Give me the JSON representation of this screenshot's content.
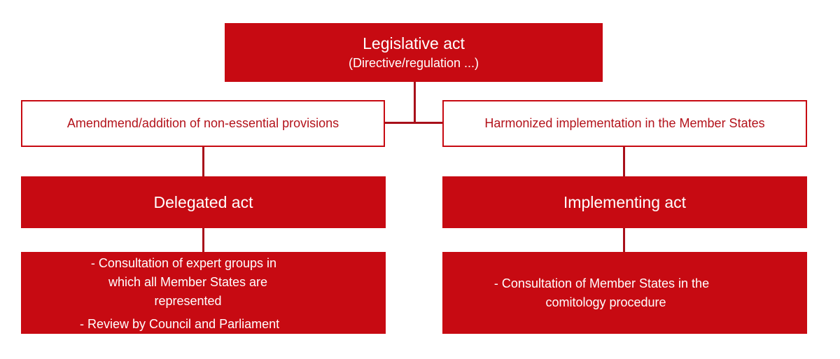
{
  "top": {
    "title": "Legislative act",
    "subtitle": "(Directive/regulation ...)"
  },
  "left": {
    "purpose": "Amendmend/addition of non-essential provisions",
    "act": "Delegated act",
    "items": [
      "- Consultation of expert groups in which all Member States are represented",
      "- Review by Council and Parliament"
    ]
  },
  "right": {
    "purpose": "Harmonized implementation in the Member States",
    "act": "Implementing act",
    "items": [
      "- Consultation of Member States in the comitology procedure"
    ]
  },
  "colors": {
    "accent": "#c70a12"
  }
}
